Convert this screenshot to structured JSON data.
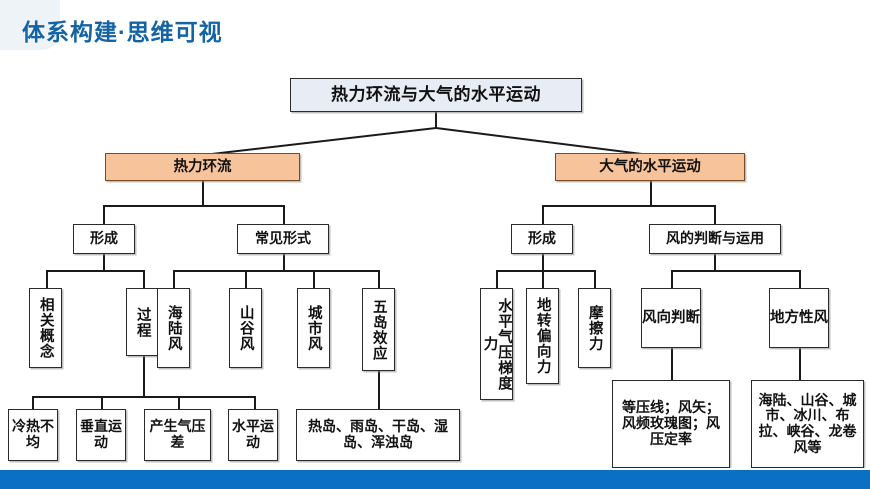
{
  "page": {
    "title": "体系构建·思维可视",
    "title_color": "#1464a5",
    "band_color": "#0b6fc4",
    "root_fill": "#e7ecf5",
    "level2_fill": "#f6c39b"
  },
  "diagram": {
    "root": {
      "label": "热力环流与大气的水平运动"
    },
    "branches": [
      {
        "label": "热力环流",
        "children": [
          {
            "label": "形成",
            "children": [
              {
                "label": "相关概念"
              },
              {
                "label": "过程",
                "children": [
                  {
                    "label": "冷热不均"
                  },
                  {
                    "label": "垂直运动"
                  },
                  {
                    "label": "产生气压差"
                  },
                  {
                    "label": "水平运动"
                  }
                ]
              }
            ]
          },
          {
            "label": "常见形式",
            "children": [
              {
                "label": "海陆风"
              },
              {
                "label": "山谷风"
              },
              {
                "label": "城市风"
              },
              {
                "label": "五岛效应",
                "children": [
                  {
                    "label": "热岛、雨岛、干岛、湿岛、浑浊岛"
                  }
                ]
              }
            ]
          }
        ]
      },
      {
        "label": "大气的水平运动",
        "children": [
          {
            "label": "形成",
            "children": [
              {
                "label": "水平气压梯度力"
              },
              {
                "label": "地转偏向力"
              },
              {
                "label": "摩擦力"
              }
            ]
          },
          {
            "label": "风的判断与运用",
            "children": [
              {
                "label": "风向判断",
                "children": [
                  {
                    "label": "等压线；风矢；风频玫瑰图；风压定率"
                  }
                ]
              },
              {
                "label": "地方性风",
                "children": [
                  {
                    "label": "海陆、山谷、城市、冰川、布拉、峡谷、龙卷风等"
                  }
                ]
              }
            ]
          }
        ]
      }
    ]
  },
  "nodes": {
    "root": "热力环流与大气的水平运动",
    "b1": "热力环流",
    "b2": "大气的水平运动",
    "l1_form": "形成",
    "l1_common": "常见形式",
    "l2_form": "形成",
    "l2_wind": "风的判断与运用",
    "concept": "相关概念",
    "process": "过程",
    "sea_land": "海陆风",
    "mountain_valley": "山谷风",
    "city": "城市风",
    "five_island": "五岛效应",
    "pgf": "水平气压梯度力",
    "coriolis": "地转偏向力",
    "friction": "摩擦力",
    "wind_dir": "风向判断",
    "local_wind": "地方性风",
    "leaf_cold_hot": "冷热不均",
    "leaf_vertical": "垂直运动",
    "leaf_pressure": "产生气压差",
    "leaf_horizontal": "水平运动",
    "leaf_islands": "热岛、雨岛、干岛、湿岛、浑浊岛",
    "leaf_isobar": "等压线；风矢；风频玫瑰图；风压定率",
    "leaf_local_list": "海陆、山谷、城市、冰川、布拉、峡谷、龙卷风等"
  }
}
